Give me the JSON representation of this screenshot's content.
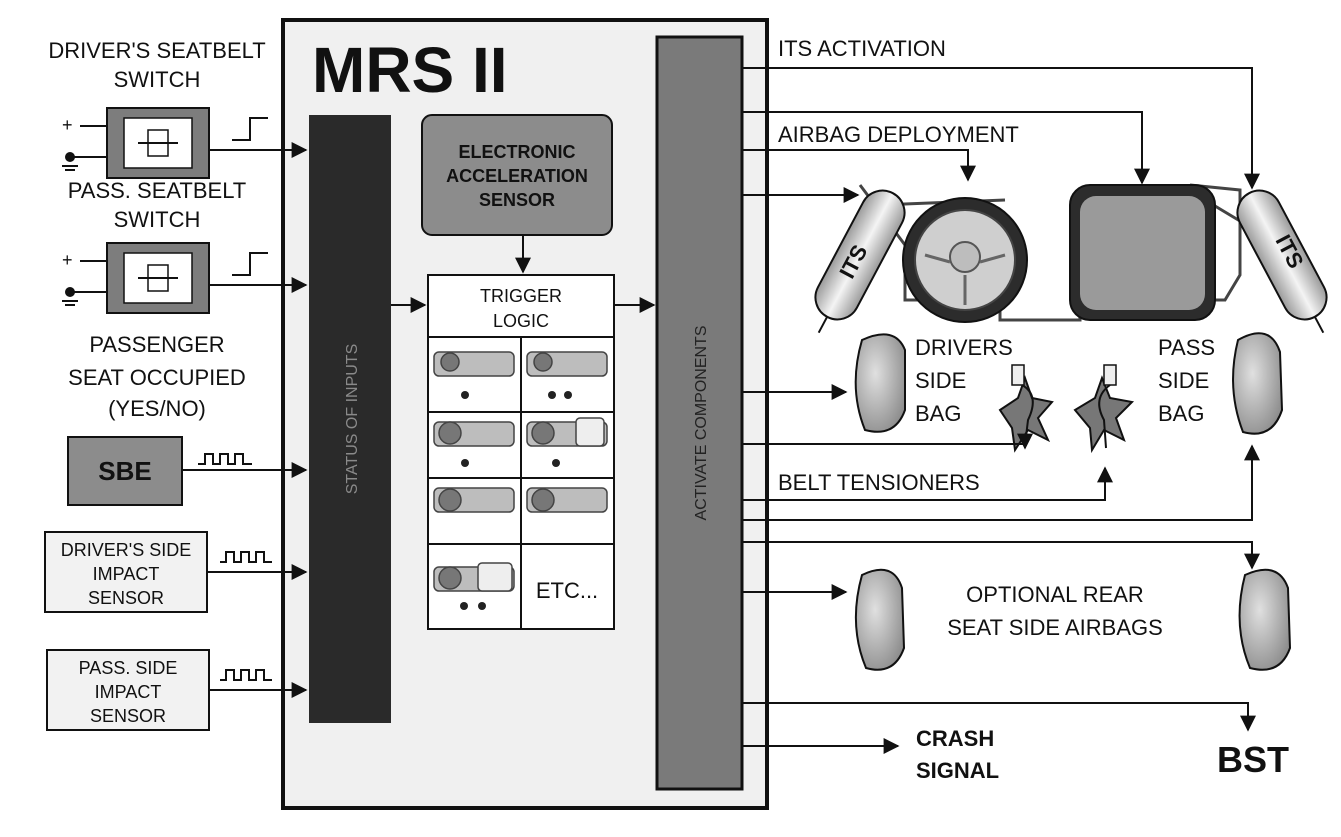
{
  "title": "MRS II",
  "inputs": {
    "driver_seatbelt": [
      "DRIVER'S SEATBELT",
      "SWITCH"
    ],
    "pass_seatbelt": [
      "PASS. SEATBELT",
      "SWITCH"
    ],
    "passenger_seat": [
      "PASSENGER",
      "SEAT OCCUPIED",
      "(YES/NO)"
    ],
    "sbe": "SBE",
    "driver_side_impact": [
      "DRIVER'S SIDE",
      "IMPACT",
      "SENSOR"
    ],
    "pass_side_impact": [
      "PASS. SIDE",
      "IMPACT",
      "SENSOR"
    ],
    "plus_sign": "+"
  },
  "core": {
    "status_of_inputs": "STATUS OF INPUTS",
    "eas": [
      "ELECTRONIC",
      "ACCELERATION",
      "SENSOR"
    ],
    "trigger_logic": [
      "TRIGGER",
      "LOGIC"
    ],
    "etc": "ETC...",
    "activate_components": "ACTIVATE COMPONENTS"
  },
  "outputs": {
    "its_activation": "ITS ACTIVATION",
    "airbag_deployment": "AIRBAG DEPLOYMENT",
    "its": "ITS",
    "drivers_side_bag": [
      "DRIVERS",
      "SIDE",
      "BAG"
    ],
    "pass_side_bag": [
      "PASS",
      "SIDE",
      "BAG"
    ],
    "belt_tensioners": "BELT TENSIONERS",
    "optional_rear": [
      "OPTIONAL REAR",
      "SEAT SIDE AIRBAGS"
    ],
    "crash_signal": [
      "CRASH",
      "SIGNAL"
    ],
    "bst": "BST"
  },
  "colors": {
    "panel_fill": "#f0f0f0",
    "bar_dark": "#2a2a2a",
    "bar_mid": "#7a7a7a",
    "module_mid": "#8c8c8c",
    "box_outer": "#7d7d7d",
    "bag_fill": "#b0b0b0"
  }
}
